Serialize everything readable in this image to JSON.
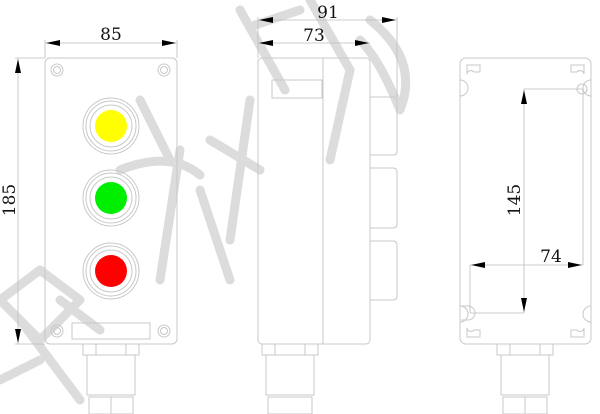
{
  "dimensions": {
    "front_width": "85",
    "front_height": "185",
    "side_depth_total": "91",
    "side_depth_body": "73",
    "mount_height": "145",
    "mount_width": "74"
  },
  "buttons": [
    {
      "name": "yellow",
      "color": "#ffff00"
    },
    {
      "name": "green",
      "color": "#00ee00"
    },
    {
      "name": "red",
      "color": "#ff0000"
    }
  ]
}
